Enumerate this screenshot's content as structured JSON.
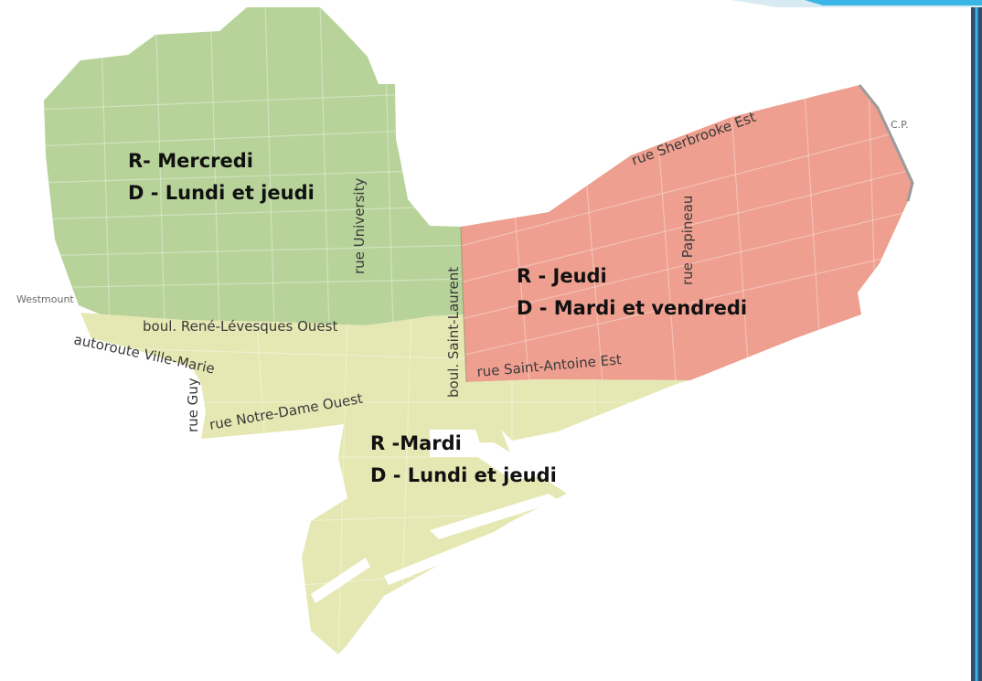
{
  "zones": [
    {
      "id": "west",
      "collection": "R- Mercredi",
      "delivery": "D - Lundi et jeudi",
      "color": "#b7d39a"
    },
    {
      "id": "east",
      "collection": "R - Jeudi",
      "delivery": "D - Mardi et vendredi",
      "color": "#ee9f8f"
    },
    {
      "id": "south",
      "collection": "R -Mardi",
      "delivery": "D - Lundi et jeudi",
      "color": "#e5e8b2"
    }
  ],
  "streets": {
    "sherbrooke": "rue Sherbrooke Est",
    "university": "rue University",
    "papineau": "rue Papineau",
    "saint_laurent": "boul. Saint-Laurent",
    "rene_levesque": "boul. René-Lévesques Ouest",
    "ville_marie": "autoroute Ville-Marie",
    "guy": "rue Guy",
    "notre_dame": "rue Notre-Dame Ouest",
    "saint_antoine": "rue Saint-Antoine Est"
  },
  "places": {
    "westmount": "Westmount",
    "cp": "C.P."
  },
  "frame_accent": "#3ab6e6"
}
